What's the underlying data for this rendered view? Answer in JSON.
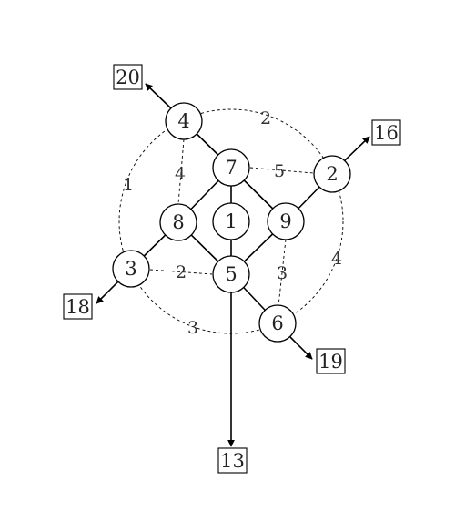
{
  "nodes": [
    {
      "id": "n4",
      "label": "4"
    },
    {
      "id": "n7",
      "label": "7"
    },
    {
      "id": "n2",
      "label": "2"
    },
    {
      "id": "n8",
      "label": "8"
    },
    {
      "id": "n1",
      "label": "1"
    },
    {
      "id": "n9",
      "label": "9"
    },
    {
      "id": "n3",
      "label": "3"
    },
    {
      "id": "n5",
      "label": "5"
    },
    {
      "id": "n6",
      "label": "6"
    }
  ],
  "terminals": [
    {
      "id": "t20",
      "label": "20"
    },
    {
      "id": "t16",
      "label": "16"
    },
    {
      "id": "t18",
      "label": "18"
    },
    {
      "id": "t19",
      "label": "19"
    },
    {
      "id": "t13",
      "label": "13"
    }
  ],
  "edge_weights": [
    {
      "id": "w-outer-top",
      "label": "2"
    },
    {
      "id": "w-outer-left",
      "label": "1"
    },
    {
      "id": "w-outer-right",
      "label": "4"
    },
    {
      "id": "w-outer-bottom",
      "label": "3"
    },
    {
      "id": "w-4-8",
      "label": "4"
    },
    {
      "id": "w-7-2",
      "label": "5"
    },
    {
      "id": "w-3-5",
      "label": "2"
    },
    {
      "id": "w-9-6",
      "label": "3"
    }
  ]
}
